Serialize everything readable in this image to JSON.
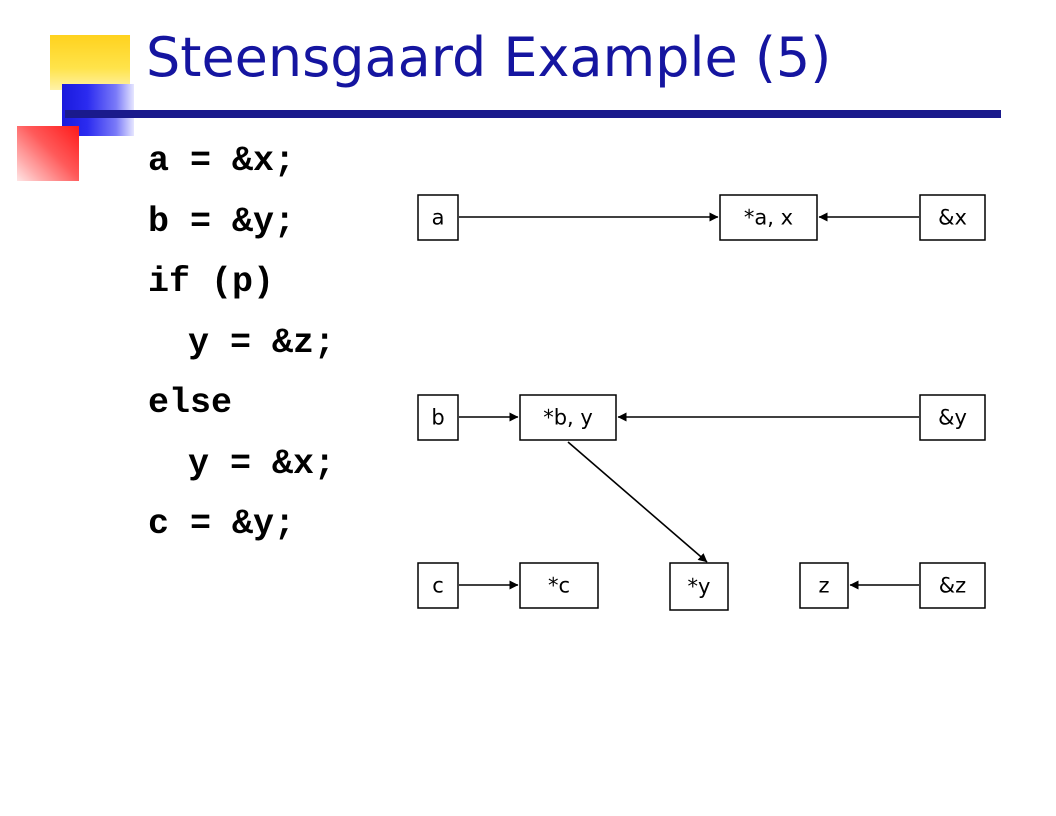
{
  "slide": {
    "title": "Steensgaard Example (5)"
  },
  "code": {
    "lines": [
      "a = &x;",
      "b = &y;",
      "if (p)",
      "y = &z;",
      "else",
      "y = &x;",
      "c = &y;"
    ]
  },
  "diagram": {
    "nodes": {
      "a": "a",
      "ax": "*a, x",
      "amp_x": "&x",
      "b": "b",
      "by": "*b, y",
      "amp_y": "&y",
      "c": "c",
      "star_c": "*c",
      "star_y": "*y",
      "z": "z",
      "amp_z": "&z"
    },
    "edges": [
      {
        "from": "a",
        "to": "ax"
      },
      {
        "from": "amp_x",
        "to": "ax"
      },
      {
        "from": "b",
        "to": "by"
      },
      {
        "from": "amp_y",
        "to": "by"
      },
      {
        "from": "by",
        "to": "star_y"
      },
      {
        "from": "c",
        "to": "star_c"
      },
      {
        "from": "amp_z",
        "to": "z"
      }
    ]
  }
}
